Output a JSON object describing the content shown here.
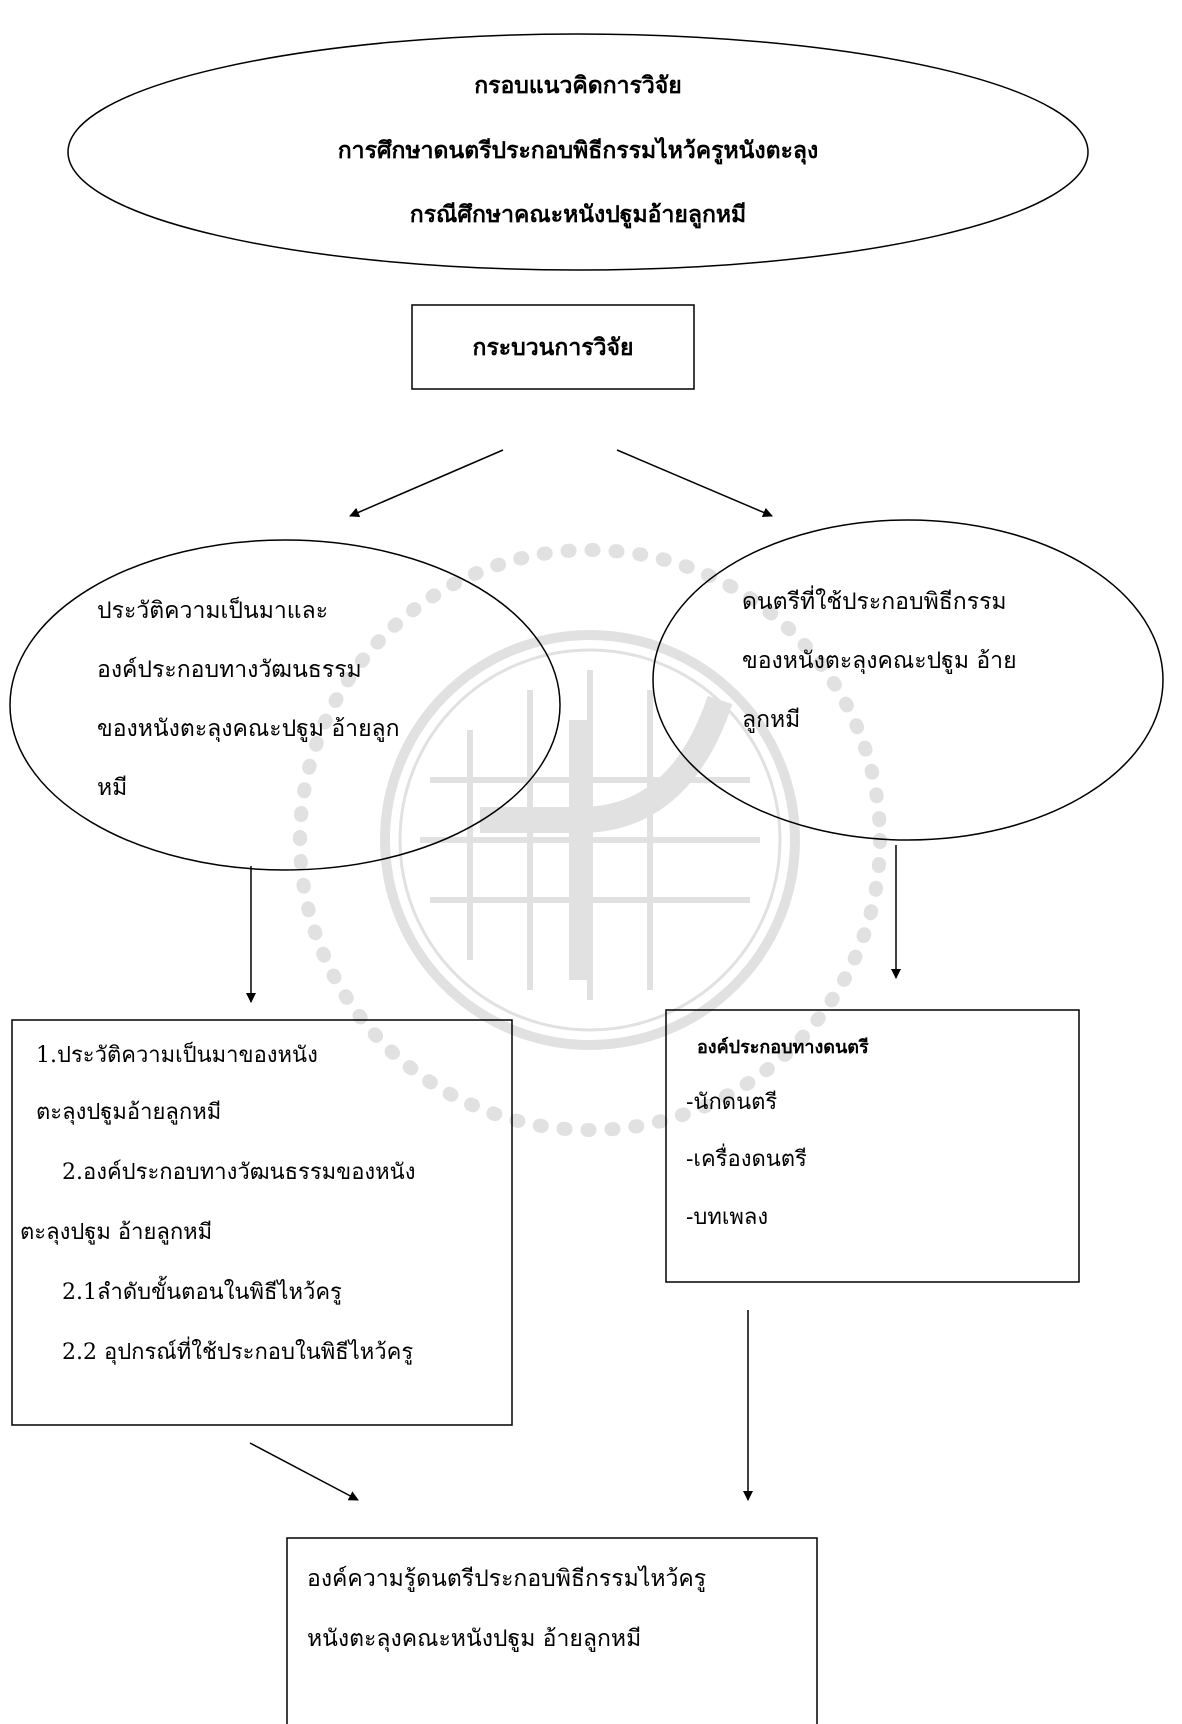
{
  "title": {
    "line1": "กรอบแนวคิดการวิจัย",
    "line2": "การศึกษาดนตรีประกอบพิธีกรรมไหว้ครูหนังตะลุง",
    "line3": "กรณีศึกษาคณะหนังปฐูมอ้ายลูกหมี"
  },
  "process_box": {
    "label": "กระบวนการวิจัย"
  },
  "left_oval": {
    "lines": [
      "ประวัติความเป็นมาและ",
      "องค์ประกอบทางวัฒนธรรม",
      "ของหนังตะลุงคณะปฐูม อ้ายลูก",
      "หมี"
    ]
  },
  "right_oval": {
    "lines": [
      "ดนตรีที่ใช้ประกอบพิธีกรรม",
      "ของหนังตะลุงคณะปฐูม อ้าย",
      "ลูกหมี"
    ]
  },
  "left_box": {
    "lines": [
      "1.ประวัติความเป็นมาของหนัง",
      "ตะลุงปฐูมอ้ายลูกหมี",
      "2.องค์ประกอบทางวัฒนธรรมของหนัง",
      "ตะลุงปฐูม อ้ายลูกหมี",
      "2.1ลำดับขั้นตอนในพิธีไหว้ครู",
      "2.2 อุปกรณ์ที่ใช้ประกอบในพิธีไหว้ครู"
    ]
  },
  "right_box": {
    "heading": "องค์ประกอบทางดนตรี",
    "items": [
      "-นักดนตรี",
      "-เครื่องดนตรี",
      "-บทเพลง"
    ]
  },
  "bottom_box": {
    "lines": [
      "องค์ความรู้ดนตรีประกอบพิธีกรรมไหว้ครู",
      "หนังตะลุงคณะหนังปฐูม อ้ายลูกหมี"
    ]
  },
  "colors": {
    "stroke": "#000000",
    "watermark": "#7a7a7a"
  }
}
